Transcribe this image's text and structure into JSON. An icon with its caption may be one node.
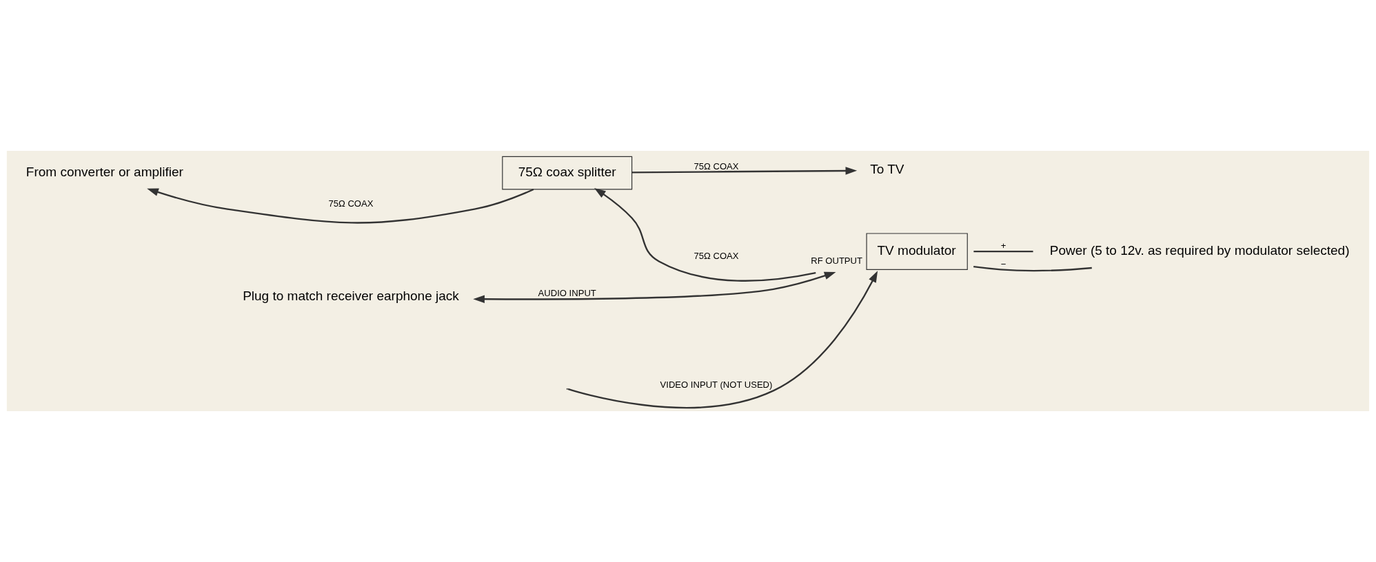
{
  "diagram": {
    "nodes": [
      {
        "text": [
          "From converter or amplifier"
        ]
      },
      {
        "text": [
          "75Ω coax splitter"
        ]
      },
      {
        "text": [
          "To TV"
        ]
      },
      {
        "text": [
          "TV modulator"
        ],
        "beside": [
          "RF OUTPUT"
        ]
      },
      {
        "text": [
          "Plug to match receiver earphone jack"
        ]
      },
      {
        "text": [
          "Power (5 to 12v. as required by modulator selected)"
        ]
      }
    ],
    "edges": [
      {
        "from": 1,
        "to": 0,
        "arrow": "to",
        "label": "75Ω COAX"
      },
      {
        "from": 1,
        "to": 2,
        "arrow": "to",
        "label": "75Ω COAX"
      },
      {
        "from": 3,
        "to": 1,
        "arrow": "to",
        "label": "75Ω COAX"
      },
      {
        "from": 4,
        "to": 3,
        "arrow": "both",
        "label": "AUDIO INPUT"
      },
      {
        "from": null,
        "to": 3,
        "arrow": "to",
        "label": "VIDEO INPUT (NOT USED)"
      },
      {
        "from": 3,
        "to": 5,
        "arrow": "none",
        "label": "+"
      },
      {
        "from": 3,
        "to": 5,
        "arrow": "none",
        "label": "−"
      }
    ]
  }
}
